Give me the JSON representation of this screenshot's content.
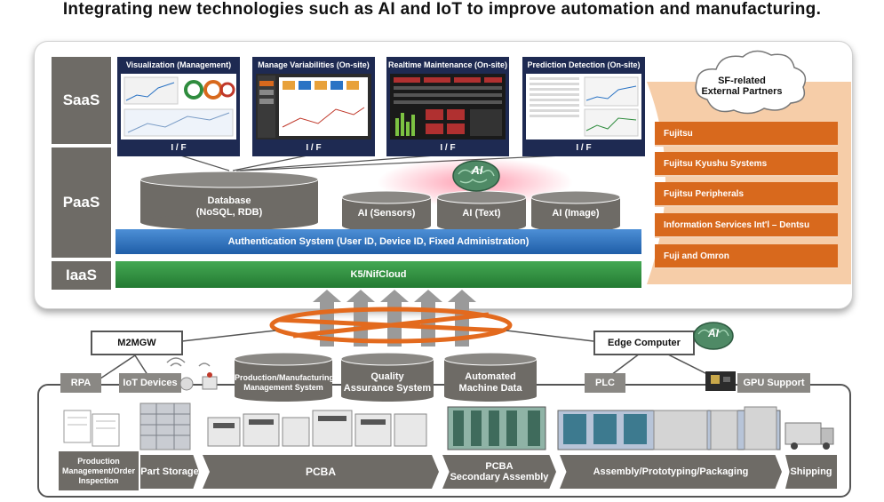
{
  "headline": "Integrating new technologies such as AI and IoT to improve automation and manufacturing.",
  "layers": {
    "saas": "SaaS",
    "paas": "PaaS",
    "iaas": "IaaS"
  },
  "saas_apps": [
    {
      "title": "Visualization (Management)",
      "interface": "I / F"
    },
    {
      "title": "Manage Variabilities (On-site)",
      "interface": "I / F"
    },
    {
      "title": "Realtime Maintenance (On-site)",
      "interface": "I / F"
    },
    {
      "title": "Prediction Detection (On-site)",
      "interface": "I / F"
    }
  ],
  "paas": {
    "database_line1": "Database",
    "database_line2": "(NoSQL, RDB)",
    "ai_sensors": "AI (Sensors)",
    "ai_text": "AI (Text)",
    "ai_image": "AI (Image)",
    "ai_brain": "AI",
    "auth": "Authentication System (User ID, Device ID, Fixed Administration)"
  },
  "iaas": {
    "platform": "K5/NifCloud"
  },
  "partners": {
    "cloud_line1": "SF-related",
    "cloud_line2": "External Partners",
    "list": [
      "Fujitsu",
      "Fujitsu Kyushu Systems",
      "Fujitsu Peripherals",
      "Information Services Int'l – Dentsu",
      "Fuji and Omron"
    ]
  },
  "gateway": {
    "m2mgw": "M2MGW",
    "edge": "Edge Computer",
    "edge_ai": "AI"
  },
  "onsite": {
    "rpa": "RPA",
    "iot": "IoT Devices",
    "pms_line1": "Production/Manufacturing",
    "pms_line2": "Management System",
    "qas_line1": "Quality",
    "qas_line2": "Assurance System",
    "amd_line1": "Automated",
    "amd_line2": "Machine Data",
    "plc": "PLC",
    "gpu": "GPU Support"
  },
  "process": [
    {
      "line1": "Production",
      "line2": "Management/Order",
      "line3": "Inspection"
    },
    {
      "line1": "Part Storage"
    },
    {
      "line1": "PCBA"
    },
    {
      "line1": "PCBA",
      "line2": "Secondary Assembly"
    },
    {
      "line1": "Assembly/Prototyping/Packaging"
    },
    {
      "line1": "Shipping"
    }
  ],
  "colors": {
    "layer_gray": "#6e6b66",
    "auth_blue": "#2a73c4",
    "iaas_green": "#2f8c3e",
    "partner_orange": "#d8691d",
    "saas_navy": "#1e2a52",
    "network_orange": "#e36a1e"
  }
}
